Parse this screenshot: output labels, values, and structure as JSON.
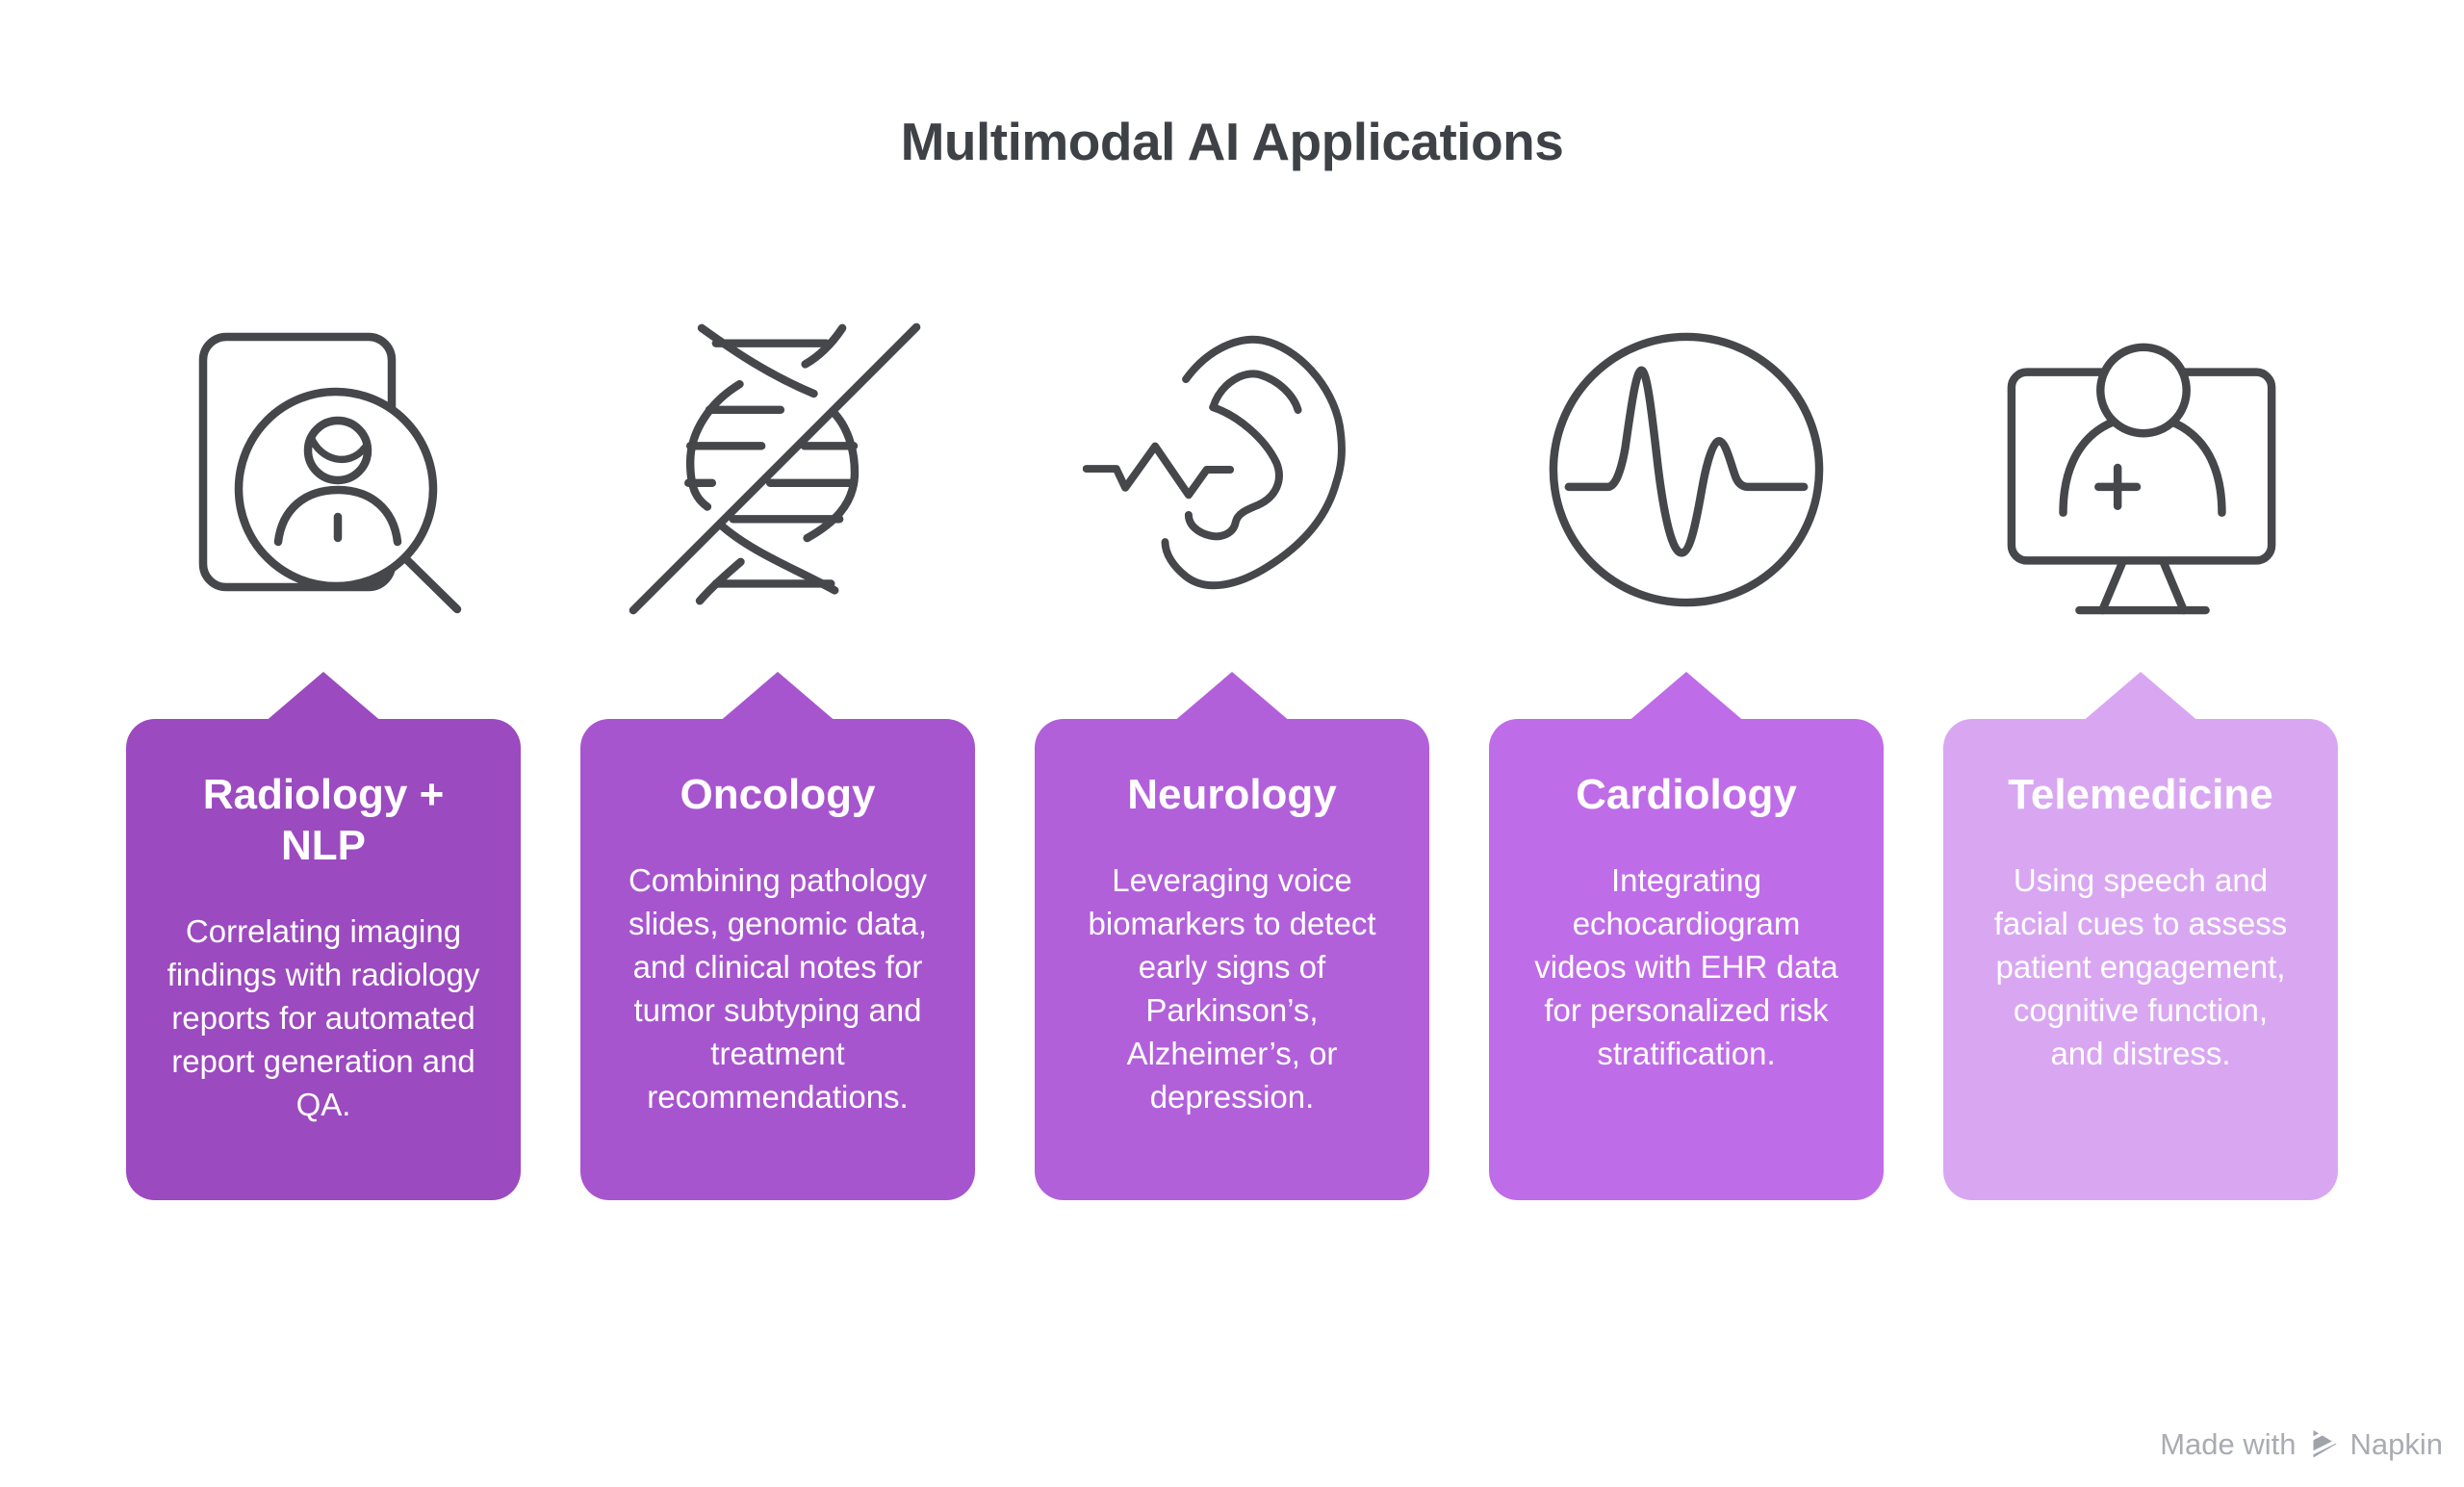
{
  "title": "Multimodal AI Applications",
  "columns": [
    {
      "icon": "radiology-scan-magnifier-icon",
      "card_color": "#9b4abf",
      "title": "Radiology + NLP",
      "description": "Correlating imaging findings with radiology reports for automated report generation and QA."
    },
    {
      "icon": "dna-strand-icon",
      "card_color": "#a755cf",
      "title": "Oncology",
      "description": "Combining pathology slides, genomic data, and clinical notes for tumor subtyping and treatment recommendations."
    },
    {
      "icon": "ear-soundwave-icon",
      "card_color": "#b160da",
      "title": "Neurology",
      "description": "Leveraging voice biomarkers to detect early signs of Parkinson’s, Alzheimer’s, or depression."
    },
    {
      "icon": "ecg-pulse-circle-icon",
      "card_color": "#bf6ce8",
      "title": "Cardiology",
      "description": "Integrating echocardiogram videos with EHR data for personalized risk stratification."
    },
    {
      "icon": "telemedicine-monitor-icon",
      "card_color": "#d9a7f2",
      "title": "Telemedicine",
      "description": "Using speech and facial cues to assess patient engagement, cognitive function, and distress."
    }
  ],
  "watermark": {
    "made_with": "Made with",
    "brand": "Napkin"
  },
  "colors": {
    "background": "#ffffff",
    "title_text": "#3e4247",
    "icon_stroke": "#45474b",
    "card_text": "#ffffff",
    "watermark_text": "#a9acb2",
    "watermark_logo": "#a0a4aa"
  }
}
